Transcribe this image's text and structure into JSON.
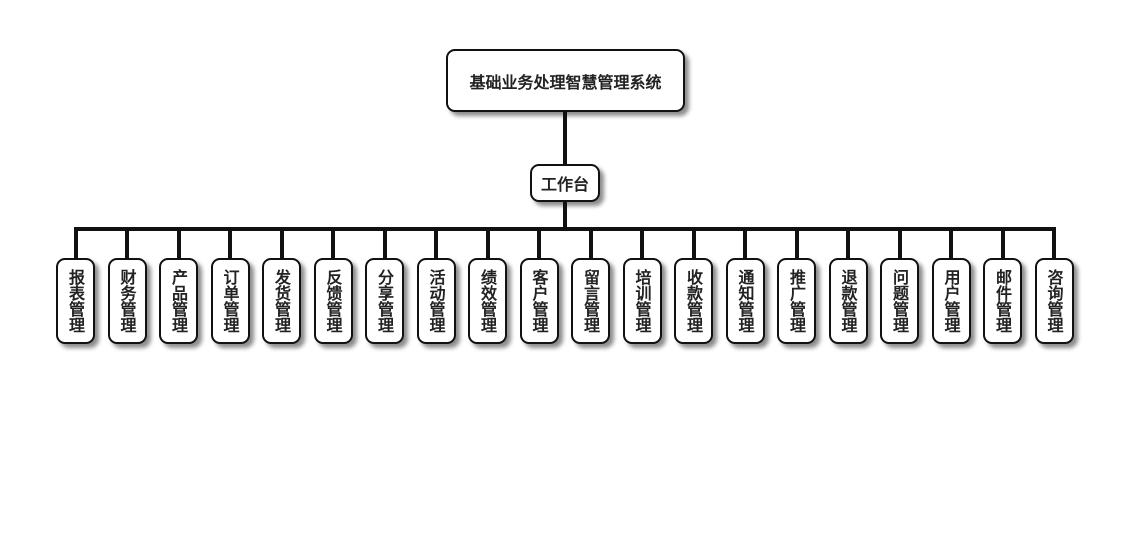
{
  "root": {
    "label": "基础业务处理智慧管理系统"
  },
  "middle": {
    "label": "工作台"
  },
  "leaves": [
    "报表管理",
    "财务管理",
    "产品管理",
    "订单管理",
    "发货管理",
    "反馈管理",
    "分享管理",
    "活动管理",
    "绩效管理",
    "客户管理",
    "留言管理",
    "培训管理",
    "收款管理",
    "通知管理",
    "推广管理",
    "退款管理",
    "问题管理",
    "用户管理",
    "邮件管理",
    "咨询管理"
  ]
}
